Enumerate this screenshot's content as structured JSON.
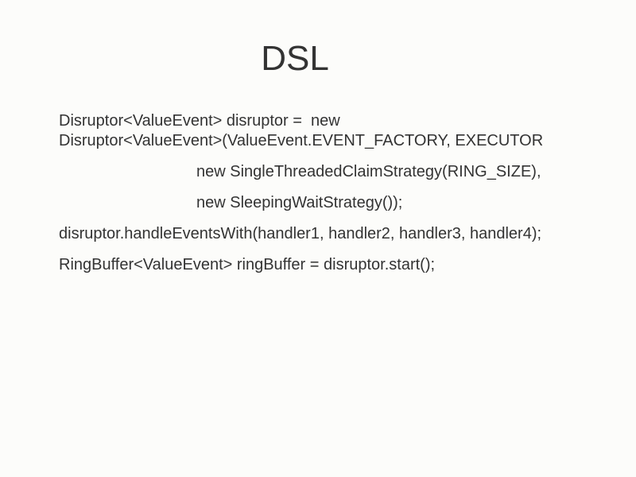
{
  "slide": {
    "title": "DSL",
    "lines": [
      "Disruptor<ValueEvent> disruptor =  new",
      "Disruptor<ValueEvent>(ValueEvent.EVENT_FACTORY, EXECUTOR",
      "new SingleThreadedClaimStrategy(RING_SIZE),",
      "new SleepingWaitStrategy());",
      "disruptor.handleEventsWith(handler1, handler2, handler3, handler4);",
      "RingBuffer<ValueEvent> ringBuffer = disruptor.start();"
    ]
  }
}
